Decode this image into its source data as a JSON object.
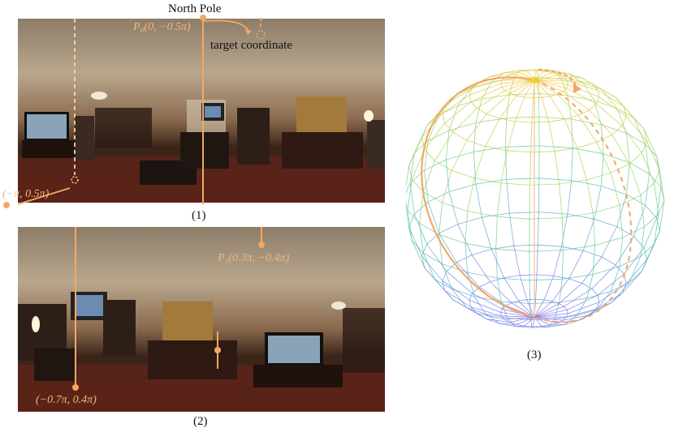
{
  "figure": {
    "north_pole_label": "North Pole",
    "target_label": "target coordinate",
    "p0_label": "P₀(0, −0.5π)",
    "p1_label": "P₁(0.3π, −0.4π)",
    "corner1_label": "(−π, 0.5π)",
    "corner2_label": "(−0.7π, 0.4π)",
    "caption1": "(1)",
    "caption2": "(2)",
    "caption3": "(3)"
  },
  "colors": {
    "accent": "#f2a865",
    "accent_light": "#f7c99b",
    "wall": "#b8a68c",
    "floor": "#5a2a1c"
  }
}
